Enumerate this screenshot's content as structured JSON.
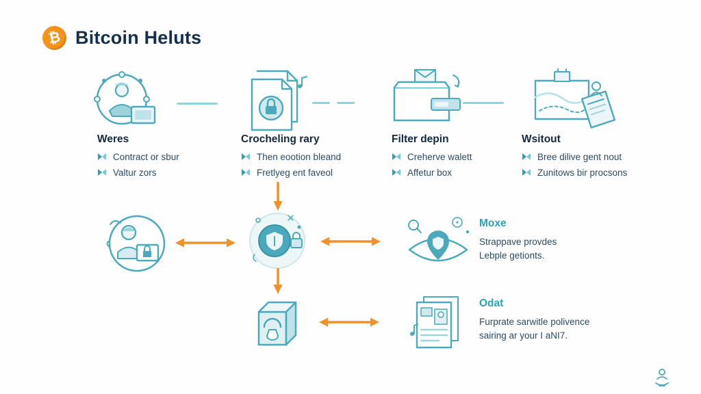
{
  "header": {
    "title": "Bitcoin Heluts",
    "logo_symbol": "₿"
  },
  "steps": [
    {
      "heading": "Weres",
      "bullets": [
        "Contract or sbur",
        "Valtur zors"
      ]
    },
    {
      "heading": "Crocheling rary",
      "bullets": [
        "Then eootion bleand",
        "Fretlyeg ent faveol"
      ]
    },
    {
      "heading": "Filter depin",
      "bullets": [
        "Creherve walett",
        "Affetur box"
      ]
    },
    {
      "heading": "Wsitout",
      "bullets": [
        "Bree dilive gent nout",
        "Zunitows bir procsons"
      ]
    }
  ],
  "callouts": [
    {
      "heading": "Moxe",
      "lines": [
        "Strappave provdes",
        "Lebple getionts."
      ]
    },
    {
      "heading": "Odat",
      "lines": [
        "Furprate sarwitle polivence",
        "sairing ar your I aNI7."
      ]
    }
  ],
  "colors": {
    "accent_teal": "#4aa9ba",
    "accent_orange": "#f0922b",
    "bitcoin_orange": "#f7931a",
    "heading_navy": "#15304e",
    "callout_teal": "#2aa3b5"
  }
}
